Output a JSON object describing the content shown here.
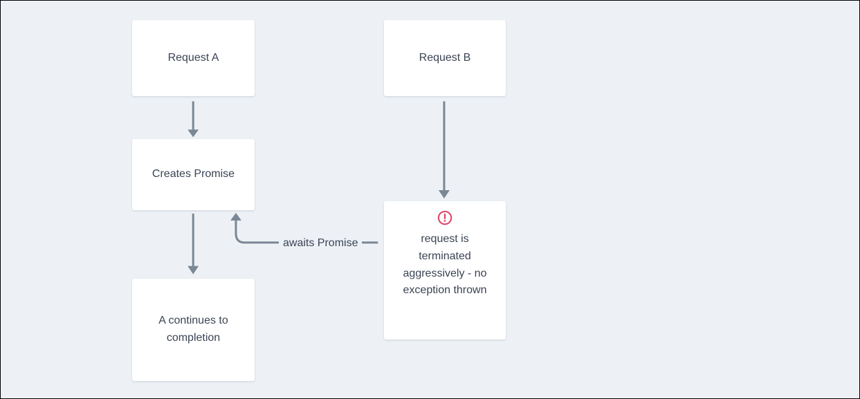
{
  "colors": {
    "background": "#edf1f6",
    "box_background": "#ffffff",
    "text": "#3a4454",
    "arrow": "#7b8794",
    "warning": "#e14a6d",
    "frame_border": "#000000"
  },
  "nodes": {
    "request_a": {
      "label": "Request A"
    },
    "creates_promise": {
      "label": "Creates Promise"
    },
    "a_continues": {
      "label": "A continues to completion"
    },
    "request_b": {
      "label": "Request B"
    },
    "terminated": {
      "label": "request is terminated aggressively - no exception thrown",
      "icon": "alert-circle-icon"
    }
  },
  "edges": {
    "request_a_to_creates_promise": "arrow-down",
    "creates_promise_to_a_continues": "arrow-down",
    "request_b_to_terminated": "arrow-down",
    "awaits_promise_label": "awaits Promise"
  }
}
